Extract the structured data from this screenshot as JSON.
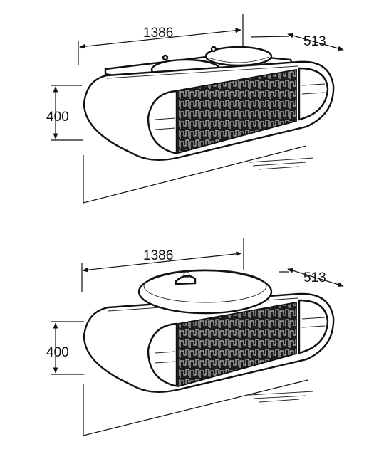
{
  "drawings": [
    {
      "name": "double-basin-unit",
      "width_label": "1386",
      "depth_label": "513",
      "height_label": "400"
    },
    {
      "name": "single-oval-basin-unit",
      "width_label": "1386",
      "depth_label": "513",
      "height_label": "400"
    }
  ],
  "colors": {
    "line": "#111111",
    "panel": "#1c1c1c",
    "pattern": "#d8d8d8",
    "background": "#ffffff"
  }
}
